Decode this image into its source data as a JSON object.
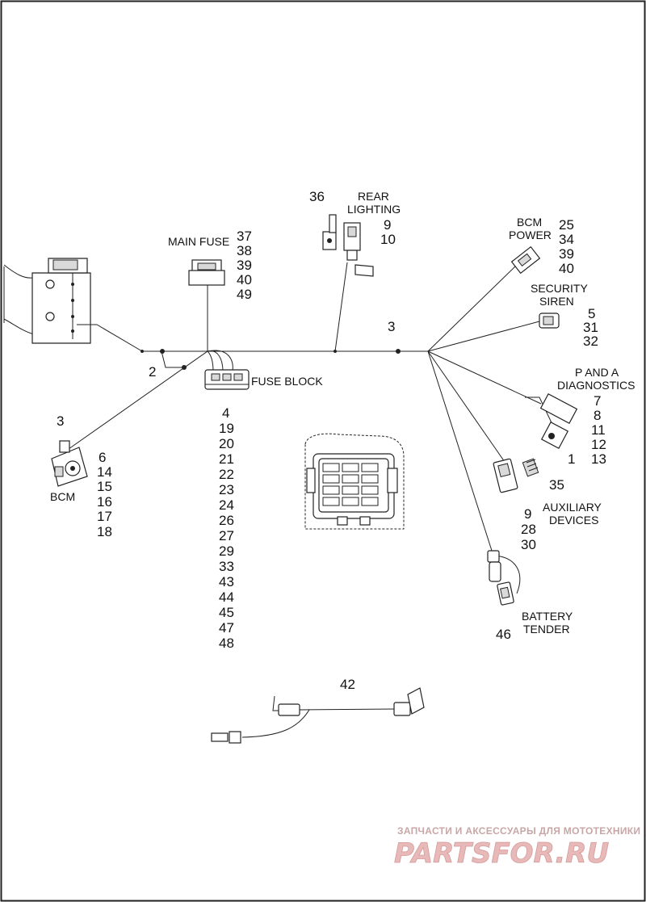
{
  "labels": {
    "rear_lighting_1": "REAR",
    "rear_lighting_2": "LIGHTING",
    "main_fuse": "MAIN FUSE",
    "bcm_power_1": "BCM",
    "bcm_power_2": "POWER",
    "security_siren_1": "SECURITY",
    "security_siren_2": "SIREN",
    "p_and_a_1": "P AND A",
    "p_and_a_2": "DIAGNOSTICS",
    "fuse_block": "FUSE BLOCK",
    "bcm": "BCM",
    "auxiliary_1": "AUXILIARY",
    "auxiliary_2": "DEVICES",
    "battery_tender_1": "BATTERY",
    "battery_tender_2": "TENDER"
  },
  "callouts": {
    "c36": "36",
    "rear_lighting_nums": [
      "9",
      "10"
    ],
    "main_fuse_nums": [
      "37",
      "38",
      "39",
      "40",
      "49"
    ],
    "bcm_power_nums": [
      "25",
      "34",
      "39",
      "40"
    ],
    "security_siren_nums": [
      "5",
      "31",
      "32"
    ],
    "c3_top": "3",
    "c2": "2",
    "p_and_a_nums": [
      "7",
      "8",
      "11",
      "12",
      "13"
    ],
    "c1": "1",
    "c35": "35",
    "c3_bcm": "3",
    "bcm_nums": [
      "6",
      "14",
      "15",
      "16",
      "17",
      "18"
    ],
    "fuse_block_nums": [
      "4",
      "19",
      "20",
      "21",
      "22",
      "23",
      "24",
      "26",
      "27",
      "29",
      "33",
      "43",
      "44",
      "45",
      "47",
      "48"
    ],
    "auxiliary_nums": [
      "9",
      "28",
      "30"
    ],
    "c46": "46",
    "c42": "42"
  },
  "watermark": {
    "tagline": "ЗАПЧАСТИ И АКСЕССУАРЫ ДЛЯ МОТОТЕХНИКИ",
    "logo": "PARTSFOR.RU"
  }
}
